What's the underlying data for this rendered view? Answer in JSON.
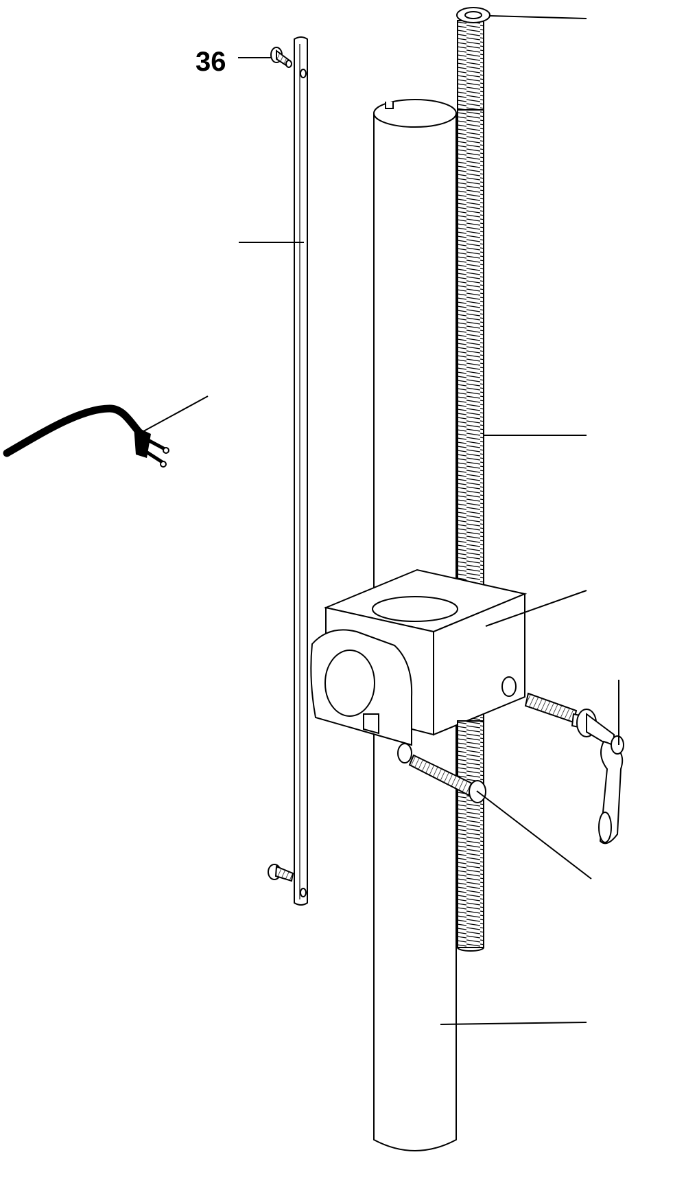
{
  "figure": {
    "type": "exploded-parts-diagram",
    "callouts": [
      {
        "id": "36",
        "text": "36"
      }
    ],
    "colors": {
      "ink": "#000000",
      "paper": "#ffffff"
    }
  }
}
